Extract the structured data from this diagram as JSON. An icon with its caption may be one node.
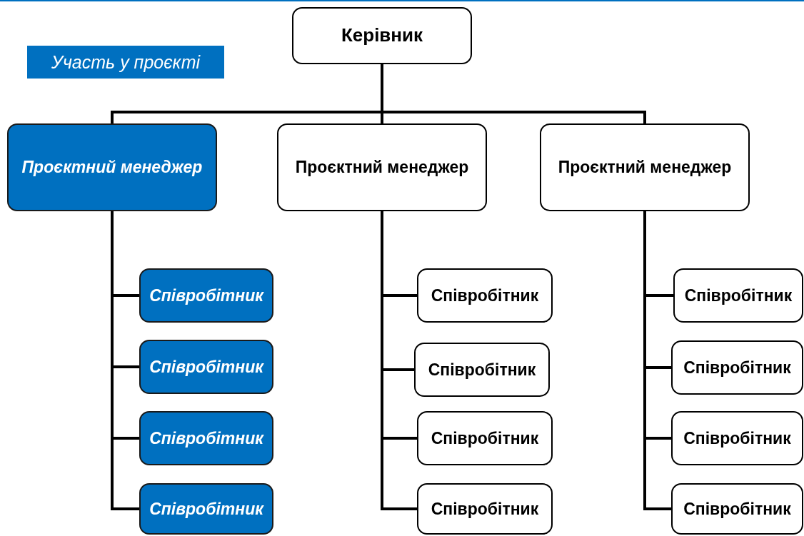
{
  "diagram": {
    "nodes": [
      {
        "text": [
          "Керівник"
        ]
      },
      {
        "text": [
          "Проєктний менеджер"
        ]
      },
      {
        "text": [
          "Проєктний менеджер"
        ]
      },
      {
        "text": [
          "Проєктний менеджер"
        ]
      },
      {
        "text": [
          "Співробітник"
        ]
      },
      {
        "text": [
          "Співробітник"
        ]
      },
      {
        "text": [
          "Співробітник"
        ]
      },
      {
        "text": [
          "Співробітник"
        ]
      },
      {
        "text": [
          "Співробітник"
        ]
      },
      {
        "text": [
          "Співробітник"
        ]
      },
      {
        "text": [
          "Співробітник"
        ]
      },
      {
        "text": [
          "Співробітник"
        ]
      },
      {
        "text": [
          "Співробітник"
        ]
      },
      {
        "text": [
          "Співробітник"
        ]
      },
      {
        "text": [
          "Співробітник"
        ]
      },
      {
        "text": [
          "Співробітник"
        ]
      }
    ],
    "edges": [
      {
        "from": 0,
        "to": 1,
        "arrow": "none"
      },
      {
        "from": 0,
        "to": 2,
        "arrow": "none"
      },
      {
        "from": 0,
        "to": 3,
        "arrow": "none"
      },
      {
        "from": 1,
        "to": 4,
        "arrow": "none"
      },
      {
        "from": 1,
        "to": 5,
        "arrow": "none"
      },
      {
        "from": 1,
        "to": 6,
        "arrow": "none"
      },
      {
        "from": 1,
        "to": 7,
        "arrow": "none"
      },
      {
        "from": 2,
        "to": 8,
        "arrow": "none"
      },
      {
        "from": 2,
        "to": 9,
        "arrow": "none"
      },
      {
        "from": 2,
        "to": 10,
        "arrow": "none"
      },
      {
        "from": 2,
        "to": 11,
        "arrow": "none"
      },
      {
        "from": 3,
        "to": 12,
        "arrow": "none"
      },
      {
        "from": 3,
        "to": 13,
        "arrow": "none"
      },
      {
        "from": 3,
        "to": 14,
        "arrow": "none"
      },
      {
        "from": 3,
        "to": 15,
        "arrow": "none"
      }
    ],
    "legend": [
      {
        "text": "Участь у проєкті",
        "color": "#0070c0"
      }
    ]
  }
}
